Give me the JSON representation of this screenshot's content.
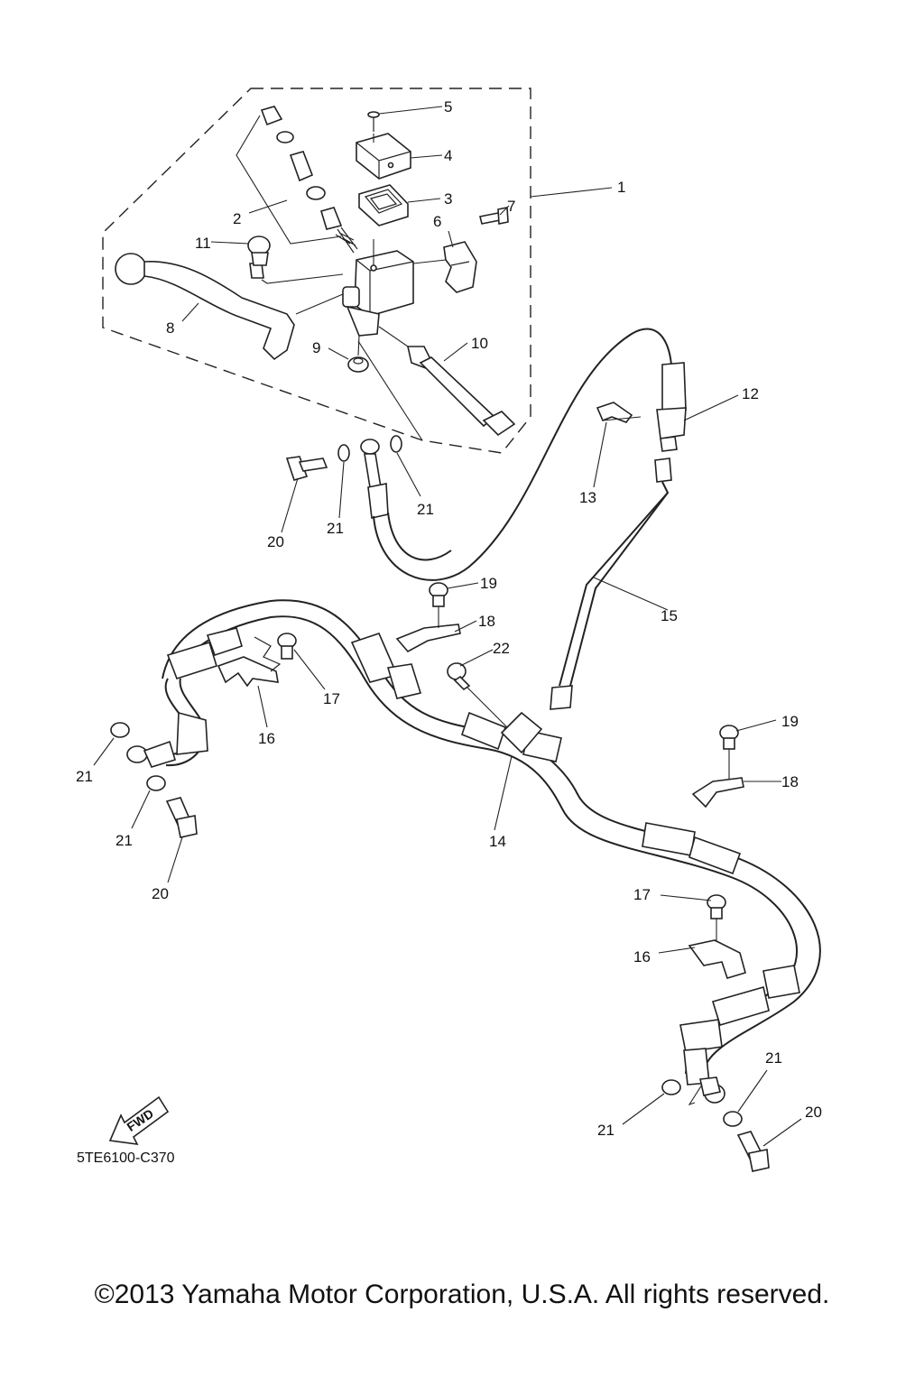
{
  "callouts": {
    "c1": "1",
    "c2": "2",
    "c3": "3",
    "c4": "4",
    "c5": "5",
    "c6": "6",
    "c7": "7",
    "c8": "8",
    "c9": "9",
    "c10": "10",
    "c11": "11",
    "c12": "12",
    "c13": "13",
    "c14": "14",
    "c15": "15",
    "c16a": "16",
    "c16b": "16",
    "c17a": "17",
    "c17b": "17",
    "c18a": "18",
    "c18b": "18",
    "c19a": "19",
    "c19b": "19",
    "c20a": "20",
    "c20b": "20",
    "c20c": "20",
    "c21a": "21",
    "c21b": "21",
    "c21c": "21",
    "c21d": "21",
    "c21e": "21",
    "c21f": "21",
    "c22": "22"
  },
  "fwd_label": "FWD",
  "diagram_code": "5TE6100-C370",
  "copyright": "©2013 Yamaha Motor Corporation, U.S.A. All rights reserved."
}
